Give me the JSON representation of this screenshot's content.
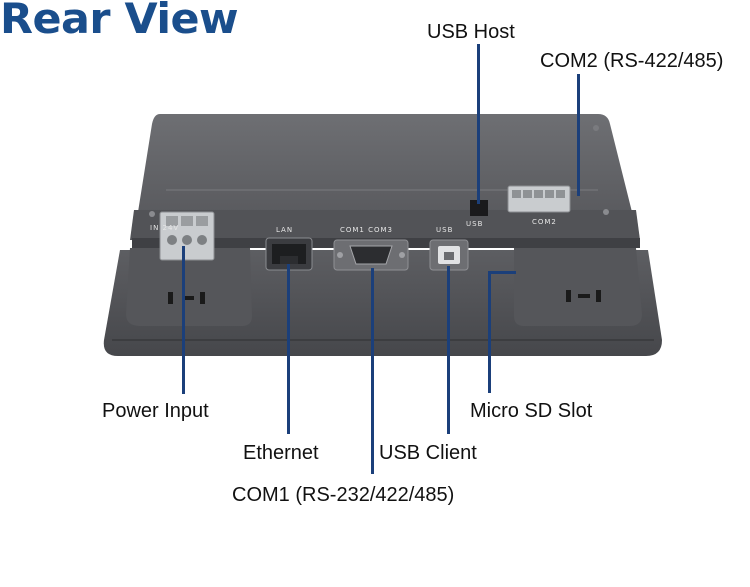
{
  "title": "Rear View",
  "labels": {
    "usb_host": "USB Host",
    "com2": "COM2 (RS-422/485)",
    "power_input": "Power Input",
    "ethernet": "Ethernet",
    "usb_client": "USB Client",
    "micro_sd": "Micro SD Slot",
    "com1": "COM1 (RS-232/422/485)"
  },
  "panel_markings": {
    "power": "IN 24V",
    "lan": "LAN",
    "com1": "COM1 COM3",
    "usb": "USB",
    "usb2": "USB",
    "com2": "COM2"
  },
  "colors": {
    "title": "#1a4e8c",
    "leader": "#1b3f7a",
    "housing": "#5f6064",
    "housing_dark": "#4a4b4f",
    "terminal": "#c9cccf"
  }
}
